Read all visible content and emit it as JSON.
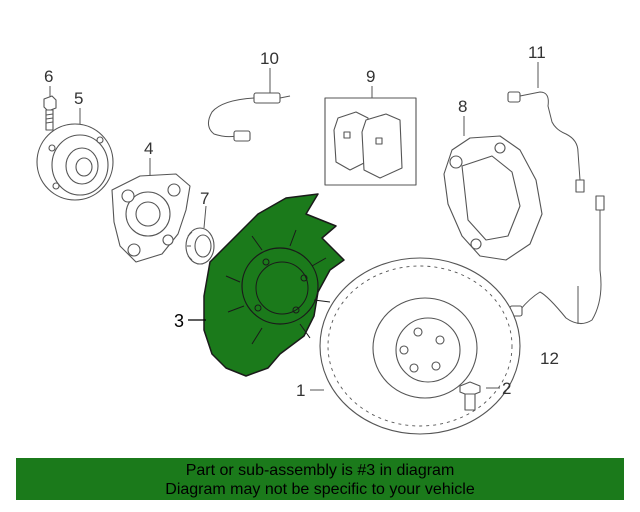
{
  "callouts": [
    {
      "id": "1",
      "label": "1"
    },
    {
      "id": "2",
      "label": "2"
    },
    {
      "id": "3",
      "label": "3"
    },
    {
      "id": "4",
      "label": "4"
    },
    {
      "id": "5",
      "label": "5"
    },
    {
      "id": "6",
      "label": "6"
    },
    {
      "id": "7",
      "label": "7"
    },
    {
      "id": "8",
      "label": "8"
    },
    {
      "id": "9",
      "label": "9"
    },
    {
      "id": "10",
      "label": "10"
    },
    {
      "id": "11",
      "label": "11"
    },
    {
      "id": "12",
      "label": "12"
    }
  ],
  "highlight": {
    "part": "3",
    "color": "#1b7a1b"
  },
  "banner": {
    "line1": "Part or sub-assembly is #3 in diagram",
    "line2": "Diagram may not be specific to your vehicle",
    "background": "#1b7a1b"
  }
}
